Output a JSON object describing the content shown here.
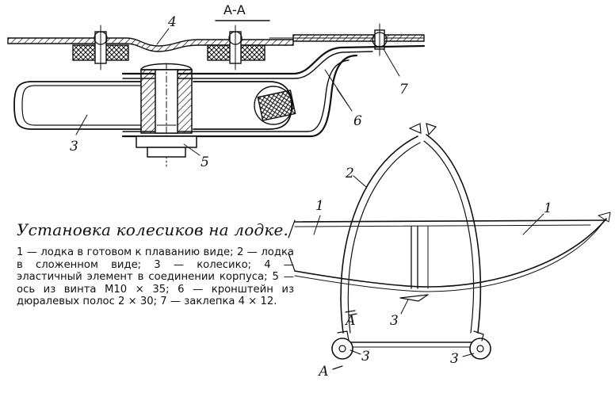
{
  "section_label": "А-А",
  "top_callouts": {
    "c4": "4",
    "c3": "3",
    "c5": "5",
    "c6": "6",
    "c7": "7"
  },
  "side_callouts": {
    "c1_left": "1",
    "c1_right": "1",
    "c2": "2",
    "c3_mid": "3",
    "c3_left": "3",
    "c3_right": "3",
    "a_upper": "А",
    "a_lower": "А"
  },
  "caption": {
    "title": "Установка колесиков на лодке.",
    "body": "1 — лодка в готовом к плаванию виде; 2 — лодка в сложенном виде; 3 — колесико; 4 — эластичный элемент в соединении корпуса; 5 — ось из винта М10 × 35; 6 — кронштейн из дюралевых полос 2 × 30; 7 — заклепка 4 × 12."
  }
}
